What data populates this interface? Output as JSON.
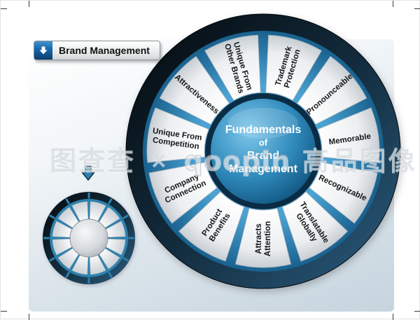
{
  "banner": {
    "label": "Brand Management"
  },
  "watermark": {
    "cn_left": "图查查",
    "separator": "×",
    "brand": "qoopin",
    "cn_right": "高品图像"
  },
  "wheel": {
    "center_lines": [
      "Fundamentals",
      "of",
      "Brand",
      "Management"
    ],
    "segments": [
      {
        "lines": [
          "Trademark",
          "Protection"
        ]
      },
      {
        "lines": [
          "Pronounceable"
        ]
      },
      {
        "lines": [
          "Memorable"
        ]
      },
      {
        "lines": [
          "Recognizable"
        ]
      },
      {
        "lines": [
          "Translatable",
          "Globally"
        ]
      },
      {
        "lines": [
          "Attracts",
          "Attention"
        ]
      },
      {
        "lines": [
          "Product",
          "Benefits"
        ]
      },
      {
        "lines": [
          "Company",
          "Connection"
        ]
      },
      {
        "lines": [
          "Unique From",
          "Competition"
        ]
      },
      {
        "lines": [
          "Attractiveness"
        ]
      },
      {
        "lines": [
          "Unique From",
          "Other Brands"
        ]
      }
    ]
  },
  "thumbnail": {
    "segment_count": 12
  },
  "colors": {
    "accent_blue": "#2d81ad",
    "blue_light": "#7ec7ea",
    "dark_navy": "#0a2c44",
    "ring_dark": "#0b1319",
    "wedge_outer": "#c8ced4",
    "panel_from": "#ffffff",
    "panel_to": "#c6d4de",
    "label_color": "#15181a"
  }
}
